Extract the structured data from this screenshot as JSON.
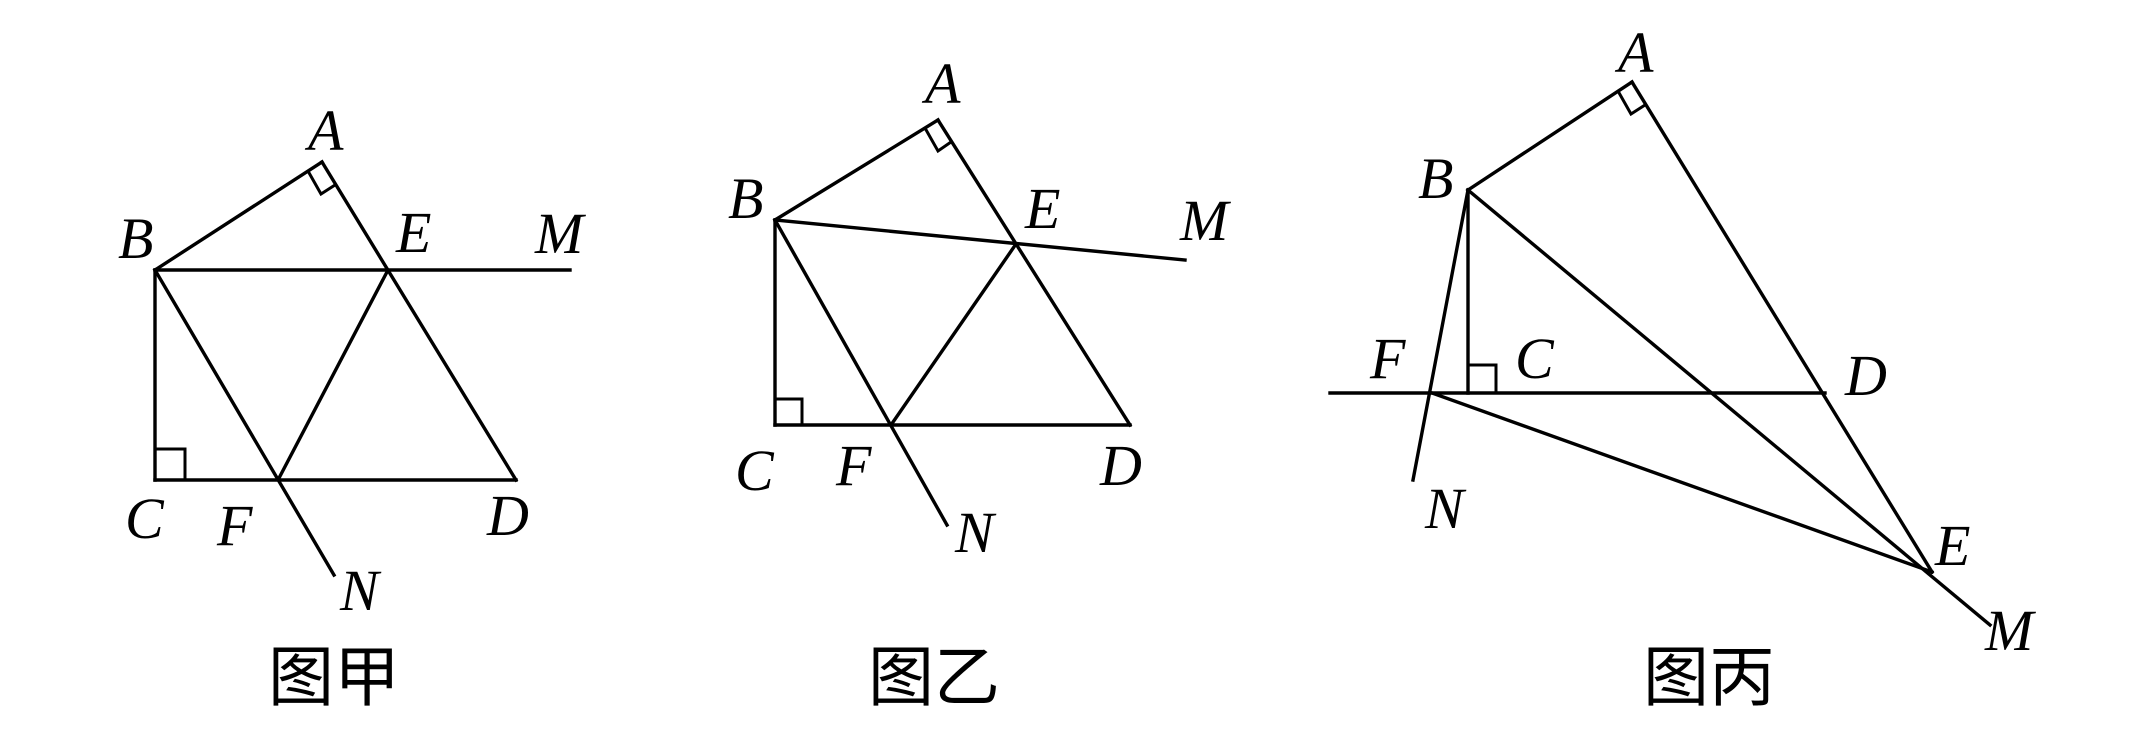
{
  "figures": [
    {
      "id": "jia",
      "caption": "图甲",
      "labels": {
        "A": "A",
        "B": "B",
        "C": "C",
        "D": "D",
        "E": "E",
        "F": "F",
        "M": "M",
        "N": "N"
      }
    },
    {
      "id": "yi",
      "caption": "图乙",
      "labels": {
        "A": "A",
        "B": "B",
        "C": "C",
        "D": "D",
        "E": "E",
        "F": "F",
        "M": "M",
        "N": "N"
      }
    },
    {
      "id": "bing",
      "caption": "图丙",
      "labels": {
        "A": "A",
        "B": "B",
        "C": "C",
        "D": "D",
        "E": "E",
        "F": "F",
        "M": "M",
        "N": "N"
      }
    }
  ]
}
